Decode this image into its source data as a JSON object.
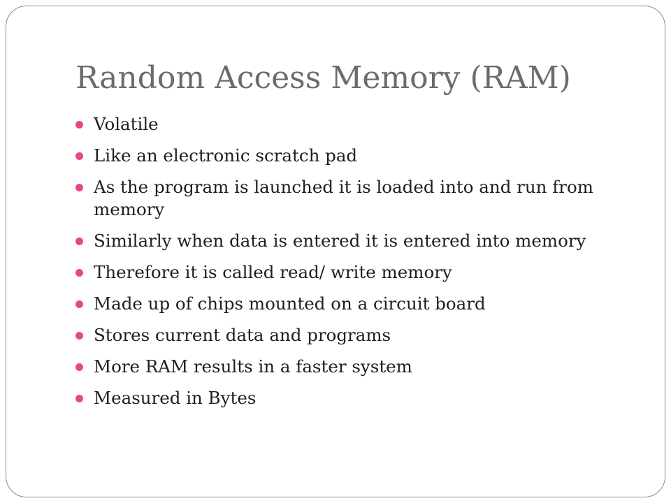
{
  "slide": {
    "title": "Random Access Memory (RAM)",
    "bullet_color": "#e8458e",
    "bullets": [
      "Volatile",
      "Like an electronic scratch pad",
      "As the program is launched it is loaded into and run from memory",
      "Similarly when data is entered it is entered into memory",
      "Therefore it is called read/ write memory",
      "Made up of chips mounted on a circuit board",
      "Stores current data and programs",
      "More RAM results in a faster system",
      "Measured in Bytes"
    ]
  }
}
